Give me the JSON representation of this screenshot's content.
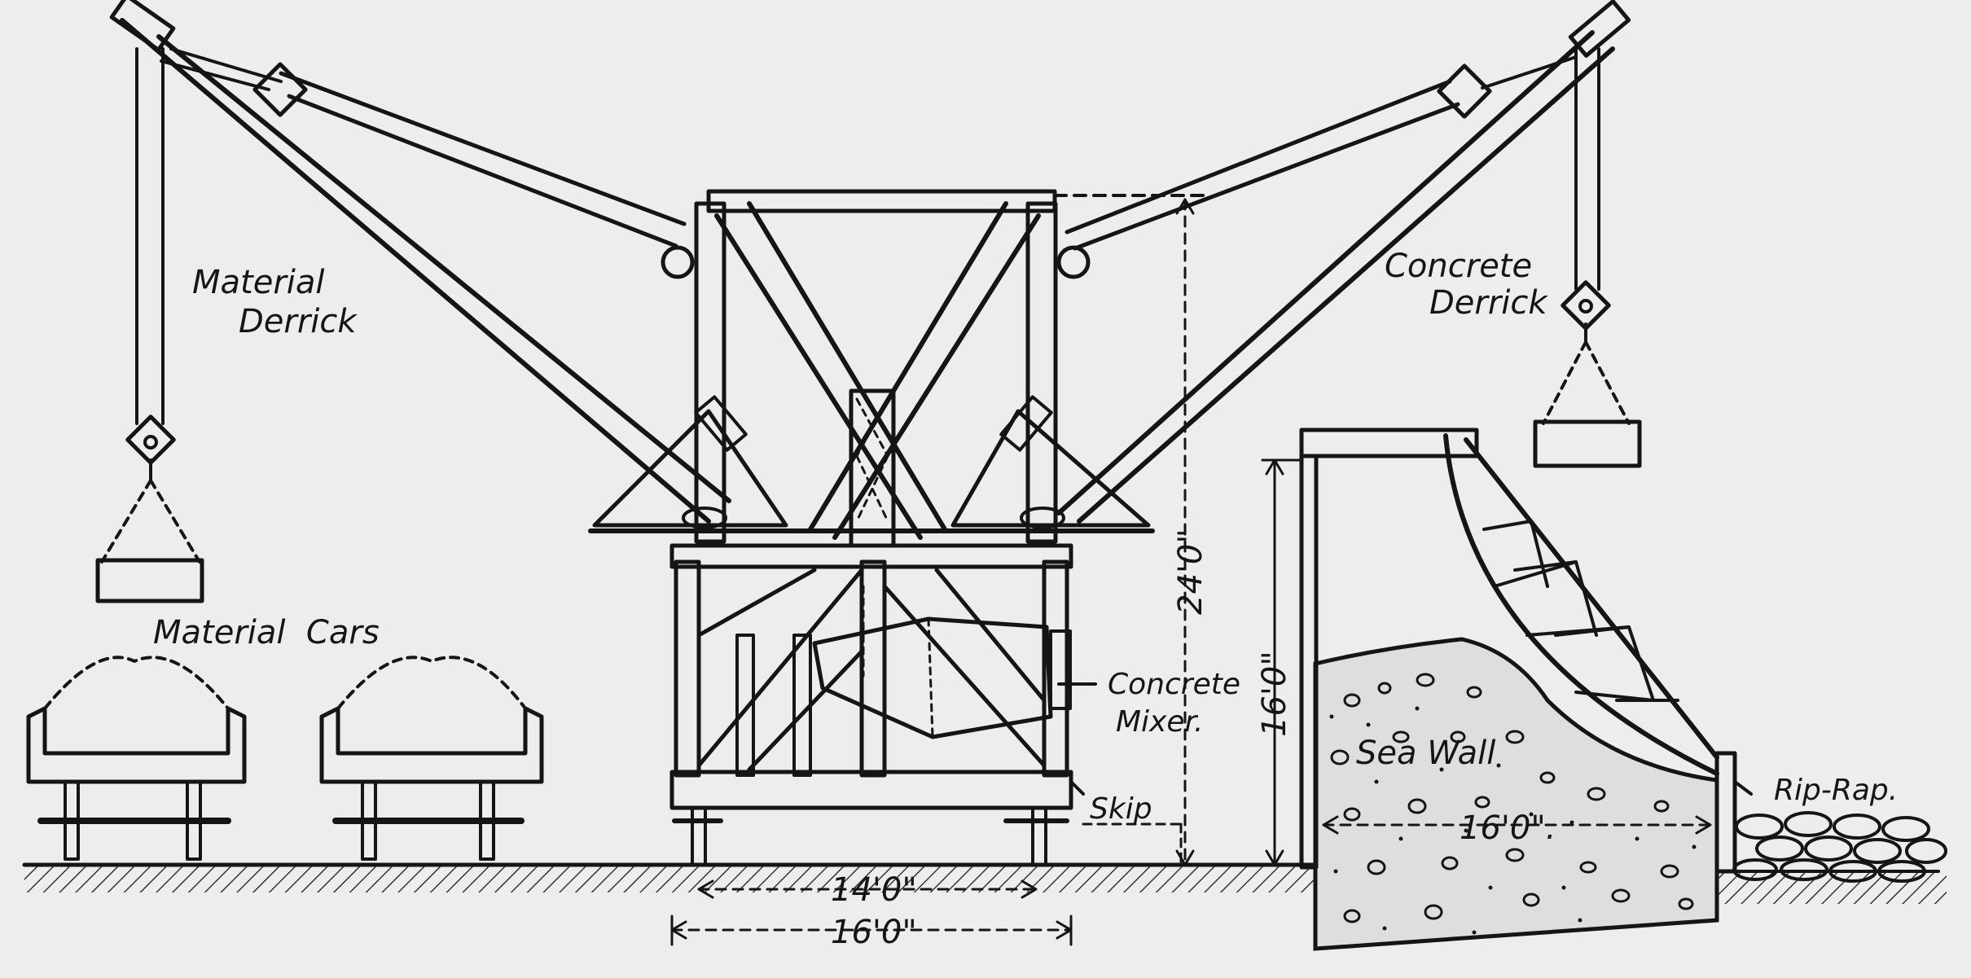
{
  "labels": {
    "material_derrick_line1": "Material",
    "material_derrick_line2": "Derrick",
    "concrete_derrick_line1": "Concrete",
    "concrete_derrick_line2": "Derrick",
    "material_cars": "Material  Cars",
    "concrete_mixer_line1": "Concrete",
    "concrete_mixer_line2": "Mixer.",
    "skip": "Skip",
    "sea_wall": "Sea Wall",
    "rip_rap": "Rip-Rap."
  },
  "dimensions": {
    "height_24": "24'0\"",
    "height_16": "16'0\"",
    "base_14": "14'0\"",
    "base_16": "16'0\"",
    "wall_16": "16'0\"."
  },
  "colors": {
    "ink": "#151515",
    "paper": "#ededed"
  }
}
